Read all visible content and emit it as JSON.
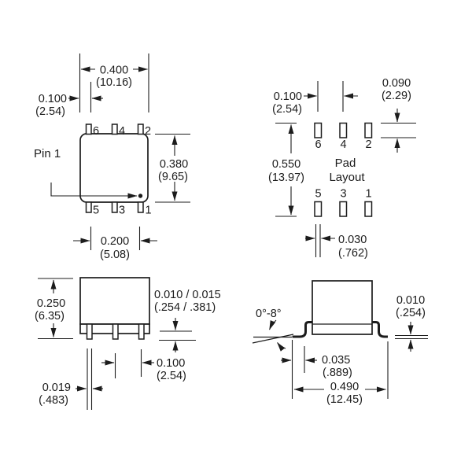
{
  "drawing": {
    "top_view": {
      "pin1_label": "Pin 1",
      "top_pins": [
        "6",
        "4",
        "2"
      ],
      "bottom_pins": [
        "5",
        "3",
        "1"
      ],
      "dim_body_width": {
        "in": "0.400",
        "mm": "(10.16)"
      },
      "dim_pin_offset": {
        "in": "0.100",
        "mm": "(2.54)"
      },
      "dim_body_height": {
        "in": "0.380",
        "mm": "(9.65)"
      },
      "dim_pin_spacing": {
        "in": "0.200",
        "mm": "(5.08)"
      }
    },
    "pad_layout": {
      "title_line1": "Pad",
      "title_line2": "Layout",
      "top_pads": [
        "6",
        "4",
        "2"
      ],
      "bottom_pads": [
        "5",
        "3",
        "1"
      ],
      "dim_pad_pitch": {
        "in": "0.100",
        "mm": "(2.54)"
      },
      "dim_pad_height": {
        "in": "0.090",
        "mm": "(2.29)"
      },
      "dim_pad_span": {
        "in": "0.550",
        "mm": "(13.97)"
      },
      "dim_pad_width": {
        "in": "0.030",
        "mm": "(.762)"
      }
    },
    "side_view": {
      "dim_height": {
        "in": "0.250",
        "mm": "(6.35)"
      },
      "dim_standoff": {
        "in": "0.010 / 0.015",
        "mm": "(.254 / .381)"
      },
      "dim_lead_pitch": {
        "in": "0.100",
        "mm": "(2.54)"
      },
      "dim_lead_width": {
        "in": "0.019",
        "mm": "(.483)"
      }
    },
    "end_view": {
      "lead_angle": "0°-8°",
      "dim_lead_thickness": {
        "in": "0.010",
        "mm": "(.254)"
      },
      "dim_foot_length": {
        "in": "0.035",
        "mm": "(.889)"
      },
      "dim_overall_width": {
        "in": "0.490",
        "mm": "(12.45)"
      }
    }
  }
}
